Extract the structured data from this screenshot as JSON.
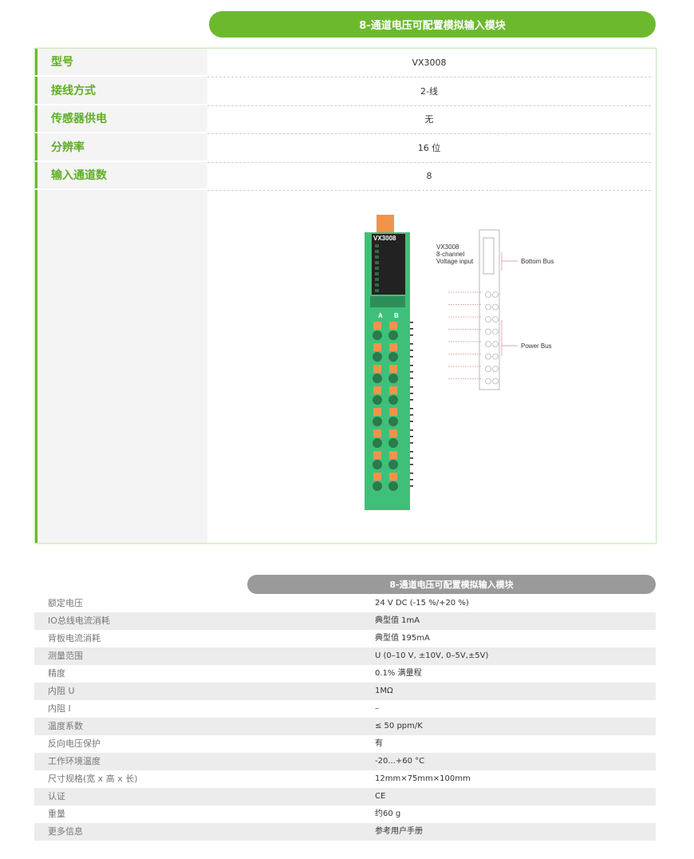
{
  "top": {
    "title": "8-通道电压可配置模拟输入模块",
    "rows": [
      {
        "k": "型号",
        "v": "VX3008"
      },
      {
        "k": "接线方式",
        "v": "2-线"
      },
      {
        "k": "传感器供电",
        "v": "无"
      },
      {
        "k": "分辨率",
        "v": "16 位"
      },
      {
        "k": "输入通道数",
        "v": "8"
      }
    ],
    "image": {
      "module_label": "VX3008",
      "col_a": "A",
      "col_b": "B",
      "diagram_title": [
        "VX3008",
        "8-channel",
        "Voltage input"
      ],
      "bottom_bus": "Bottom Bus",
      "power_bus": "Power Bus"
    }
  },
  "specs": {
    "title": "8-通道电压可配置模拟输入模块",
    "rows": [
      {
        "k": "额定电压",
        "v": "24 V DC (-15 %/+20 %)"
      },
      {
        "k": "IO总线电流消耗",
        "v": "典型值 1mA"
      },
      {
        "k": "背板电流消耗",
        "v": "典型值 195mA"
      },
      {
        "k": "测量范围",
        "v": "U (0–10 V, ±10V, 0–5V,±5V)"
      },
      {
        "k": "精度",
        "v": "0.1% 满量程"
      },
      {
        "k": "内阻 U",
        "v": "1MΩ"
      },
      {
        "k": "内阻 I",
        "v": "–"
      },
      {
        "k": "温度系数",
        "v": "≤ 50 ppm/K"
      },
      {
        "k": "反向电压保护",
        "v": "有"
      },
      {
        "k": "工作环境温度",
        "v": "-20...+60 °C"
      },
      {
        "k": "尺寸规格(宽 x 高 x 长)",
        "v": "12mm×75mm×100mm"
      },
      {
        "k": "认证",
        "v": "CE"
      },
      {
        "k": "重量",
        "v": "约60 g"
      },
      {
        "k": "更多信息",
        "v": "参考用户手册"
      }
    ]
  },
  "colors": {
    "green": "#6cb92e",
    "gray": "#9a9a9a"
  }
}
